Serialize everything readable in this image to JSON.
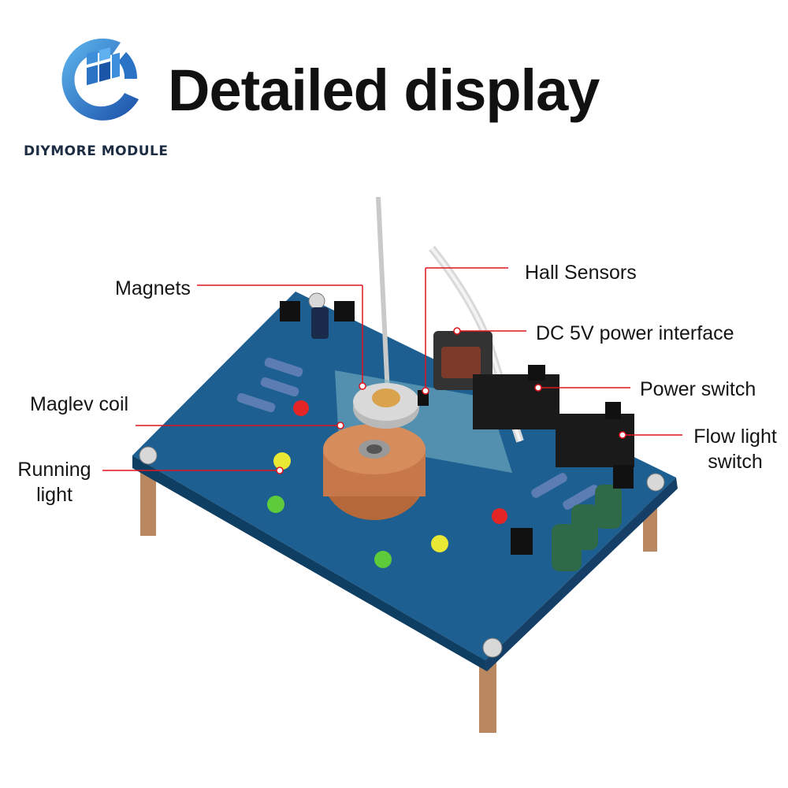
{
  "brand": {
    "name": "DIYMORE MODULE"
  },
  "headline": "Detailed display",
  "colors": {
    "accent_line": "#e0141f",
    "pcb": "#1d5f91",
    "logo_blue": "#2b73c4"
  },
  "callouts": {
    "magnets": "Magnets",
    "maglev_coil": "Maglev coil",
    "running_light_1": "Running",
    "running_light_2": "light",
    "hall_sensors": "Hall Sensors",
    "dc_power": "DC 5V power interface",
    "power_switch": "Power switch",
    "flow_switch_1": "Flow light",
    "flow_switch_2": "switch"
  }
}
